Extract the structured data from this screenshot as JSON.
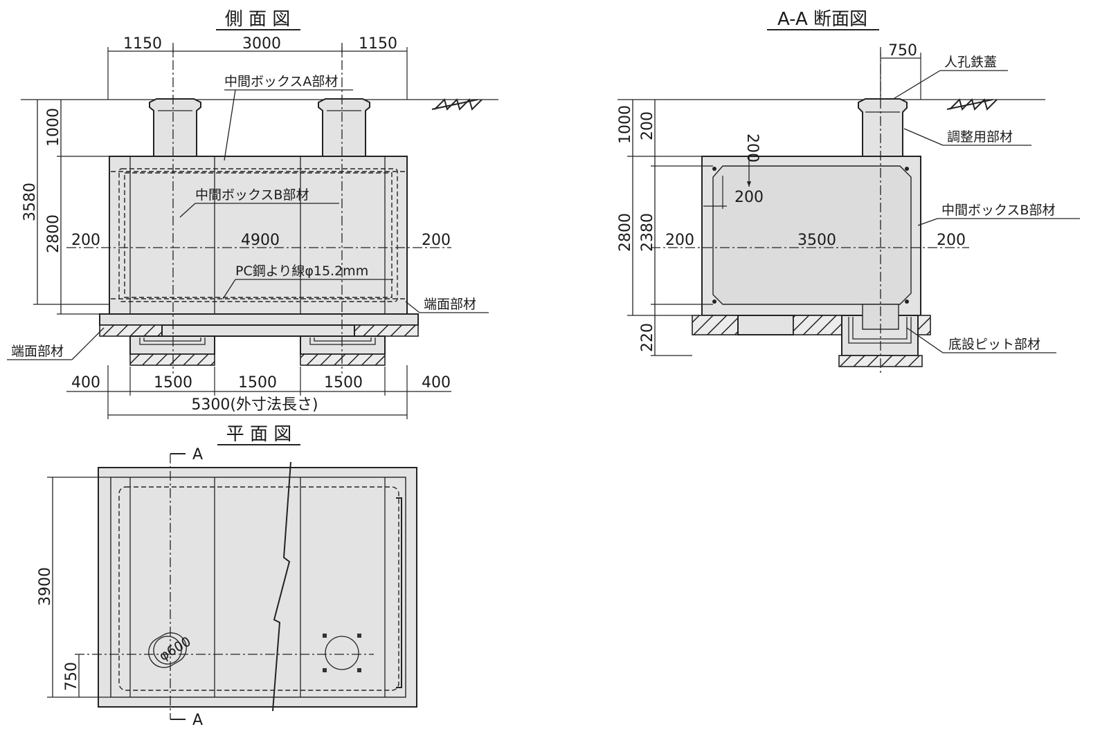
{
  "titles": {
    "side_view": "側 面 図",
    "section_aa": "A-A 断面図",
    "plan_view": "平 面 図"
  },
  "side_view": {
    "dims": {
      "top_left": "1150",
      "top_mid": "3000",
      "top_right": "1150",
      "height_total": "3580",
      "height_upper": "1000",
      "height_body": "2800",
      "inner_left": "200",
      "inner_width": "4900",
      "inner_right": "200",
      "bottom_left": "400",
      "bottom_a": "1500",
      "bottom_b": "1500",
      "bottom_c": "1500",
      "bottom_right": "400",
      "overall": "5300(外寸法長さ)"
    },
    "labels": {
      "box_a": "中間ボックスA部材",
      "box_b": "中間ボックスB部材",
      "pc_strand": "PC鋼より線φ15.2mm",
      "end_right": "端面部材",
      "end_left": "端面部材"
    }
  },
  "section_aa": {
    "dims": {
      "manhole_width": "750",
      "height_upper": "1000",
      "top_slab": "200",
      "corner_v": "200",
      "corner_h": "200",
      "height_body": "2800",
      "height_inner": "2380",
      "inner_left": "200",
      "inner_width": "3500",
      "inner_right": "200",
      "base": "220"
    },
    "labels": {
      "cover": "人孔鉄蓋",
      "adjust": "調整用部材",
      "box_b": "中間ボックスB部材",
      "pit": "底設ピット部材"
    }
  },
  "plan_view": {
    "dims": {
      "height": "3900",
      "offset": "750",
      "hole_dia": "φ600"
    },
    "labels": {
      "section_top": "A",
      "section_bottom": "A"
    }
  }
}
